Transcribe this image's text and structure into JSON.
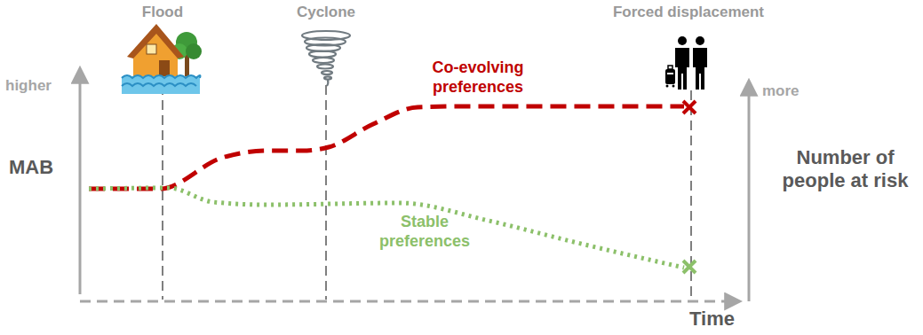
{
  "diagram": {
    "labels": [
      "Flood",
      "Cyclone",
      "Forced displacement",
      "higher",
      "MAB",
      "Co-evolving preferences",
      "Stable preferences",
      "more",
      "Number of people at risk",
      "Time"
    ]
  }
}
